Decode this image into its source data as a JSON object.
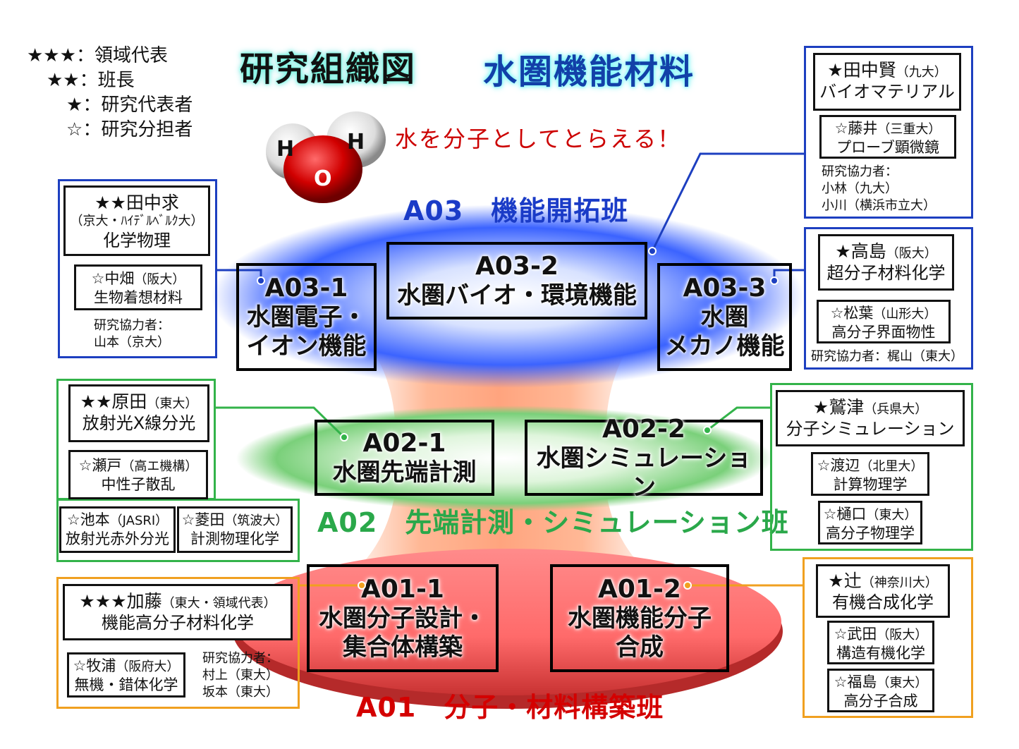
{
  "legend": [
    {
      "stars": "★★★",
      "label": "：領域代表"
    },
    {
      "stars": "★★",
      "label": "：班長"
    },
    {
      "stars": "★",
      "label": "：研究代表者"
    },
    {
      "stars": "☆",
      "label": "：研究分担者"
    }
  ],
  "title": {
    "main": "研究組織図",
    "sub": "水圏機能材料"
  },
  "molecule": {
    "h1": "H",
    "h2": "H",
    "o": "O"
  },
  "slogan": "水を分子としてとらえる！",
  "groups": {
    "a03": "A03　機能開拓班",
    "a02": "A02　先端計測・シミュレーション班",
    "a01": "A01　分子・材料構築班"
  },
  "units": {
    "a03_1": {
      "code": "A03-1",
      "name": "水圏電子・\nイオン機能"
    },
    "a03_2": {
      "code": "A03-2",
      "name": "水圏バイオ・環境機能"
    },
    "a03_3": {
      "code": "A03-3",
      "name": "水圏\nメカノ機能"
    },
    "a02_1": {
      "code": "A02-1",
      "name": "水圏先端計測"
    },
    "a02_2": {
      "code": "A02-2",
      "name": "水圏シミュレーション"
    },
    "a01_1": {
      "code": "A01-1",
      "name": "水圏分子設計・\n集合体構築"
    },
    "a01_2": {
      "code": "A01-2",
      "name": "水圏機能分子\n合成"
    }
  },
  "people": {
    "a03_2_lead": {
      "star": "★",
      "name": "田中賢",
      "aff": "（九大）",
      "field": "バイオマテリアル"
    },
    "a03_2_sub": {
      "star": "☆",
      "name": "藤井",
      "aff": "（三重大）",
      "field": "プローブ顕微鏡"
    },
    "a03_2_coop": [
      "研究協力者：",
      "小林（九大）",
      "小川（横浜市立大）"
    ],
    "a03_1_lead": {
      "star": "★★",
      "name": "田中求",
      "aff": "（京大・ﾊｲﾃﾞﾙﾍﾞﾙｸ大）",
      "field": "化学物理"
    },
    "a03_1_sub": {
      "star": "☆",
      "name": "中畑",
      "aff": "（阪大）",
      "field": "生物着想材料"
    },
    "a03_1_coop": [
      "研究協力者：",
      "山本（京大）"
    ],
    "a03_3_lead": {
      "star": "★",
      "name": "高島",
      "aff": "（阪大）",
      "field": "超分子材料化学"
    },
    "a03_3_sub": {
      "star": "☆",
      "name": "松葉",
      "aff": "（山形大）",
      "field": "高分子界面物性"
    },
    "a03_3_coop": "研究協力者：梶山（東大）",
    "a02_1_lead": {
      "star": "★★",
      "name": "原田",
      "aff": "（東大）",
      "field": "放射光X線分光"
    },
    "a02_1_sub1": {
      "star": "☆",
      "name": "瀬戸",
      "aff": "（高エ機構）",
      "field": "中性子散乱"
    },
    "a02_1_sub2": {
      "star": "☆",
      "name": "池本",
      "aff": "（JASRI）",
      "field": "放射光赤外分光"
    },
    "a02_1_sub3": {
      "star": "☆",
      "name": "菱田",
      "aff": "（筑波大）",
      "field": "計測物理化学"
    },
    "a02_2_lead": {
      "star": "★",
      "name": "鷲津",
      "aff": "（兵県大）",
      "field": "分子シミュレーション"
    },
    "a02_2_sub1": {
      "star": "☆",
      "name": "渡辺",
      "aff": "（北里大）",
      "field": "計算物理学"
    },
    "a02_2_sub2": {
      "star": "☆",
      "name": "樋口",
      "aff": "（東大）",
      "field": "高分子物理学"
    },
    "a01_1_lead": {
      "star": "★★★",
      "name": "加藤",
      "aff": "（東大・領域代表）",
      "field": "機能高分子材料化学"
    },
    "a01_1_sub": {
      "star": "☆",
      "name": "牧浦",
      "aff": "（阪府大）",
      "field": "無機・錯体化学"
    },
    "a01_1_coop": [
      "研究協力者：",
      "村上（東大）",
      "坂本（東大）"
    ],
    "a01_2_lead": {
      "star": "★",
      "name": "辻",
      "aff": "（神奈川大）",
      "field": "有機合成化学"
    },
    "a01_2_sub1": {
      "star": "☆",
      "name": "武田",
      "aff": "（阪大）",
      "field": "構造有機化学"
    },
    "a01_2_sub2": {
      "star": "☆",
      "name": "福島",
      "aff": "（東大）",
      "field": "高分子合成"
    }
  },
  "colors": {
    "blue": "#1d3fc0",
    "green": "#33b34a",
    "orange": "#f0a020",
    "red": "#d40000"
  }
}
